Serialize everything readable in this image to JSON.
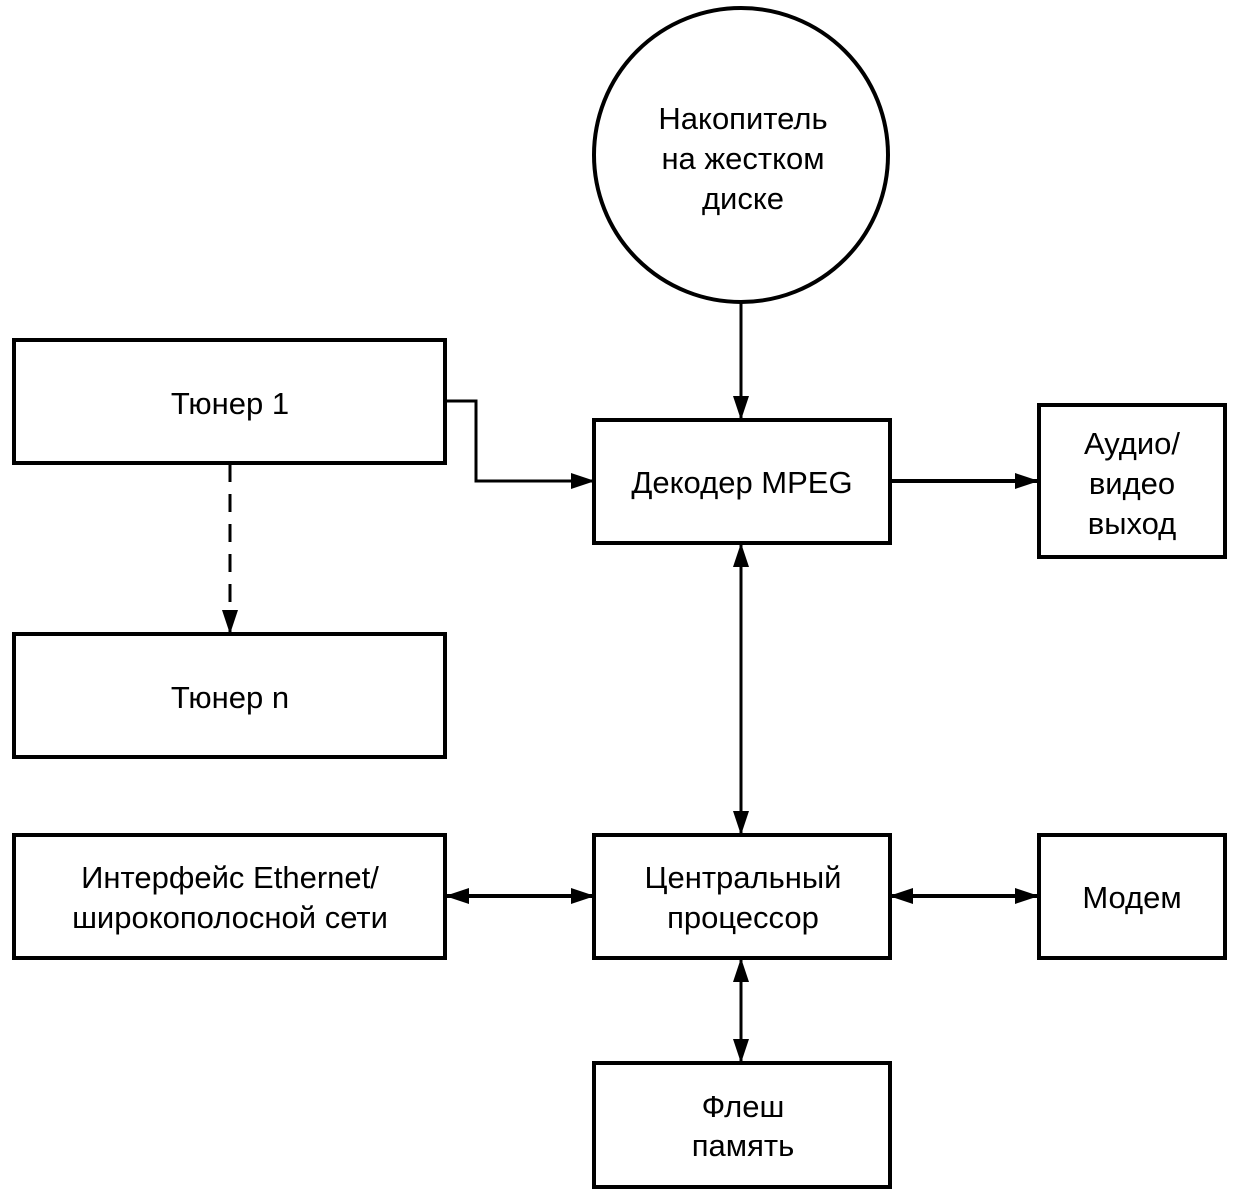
{
  "diagram": {
    "type": "block-diagram",
    "nodes": [
      {
        "id": "hdd",
        "shape": "circle",
        "lines": [
          "Накопитель",
          "на жестком",
          "диске"
        ]
      },
      {
        "id": "tuner1",
        "shape": "rect",
        "lines": [
          "Тюнер 1"
        ]
      },
      {
        "id": "tunern",
        "shape": "rect",
        "lines": [
          "Тюнер n"
        ]
      },
      {
        "id": "decoder",
        "shape": "rect",
        "lines": [
          "Декодер MPEG"
        ]
      },
      {
        "id": "av_out",
        "shape": "rect",
        "lines": [
          "Аудио/",
          "видео",
          "выход"
        ]
      },
      {
        "id": "ethernet",
        "shape": "rect",
        "lines": [
          "Интерфейс Ethernet/",
          "широкополосной сети"
        ]
      },
      {
        "id": "cpu",
        "shape": "rect",
        "lines": [
          "Центральный",
          "процессор"
        ]
      },
      {
        "id": "modem",
        "shape": "rect",
        "lines": [
          "Модем"
        ]
      },
      {
        "id": "flash",
        "shape": "rect",
        "lines": [
          "Флеш",
          "память"
        ]
      }
    ],
    "edges": [
      {
        "from": "hdd",
        "to": "decoder",
        "direction": "forward",
        "style": "solid"
      },
      {
        "from": "tuner1",
        "to": "decoder",
        "direction": "forward",
        "style": "solid"
      },
      {
        "from": "tuner1",
        "to": "tunern",
        "direction": "forward",
        "style": "dashed"
      },
      {
        "from": "decoder",
        "to": "av_out",
        "direction": "forward",
        "style": "solid"
      },
      {
        "from": "decoder",
        "to": "cpu",
        "direction": "bidirectional",
        "style": "solid"
      },
      {
        "from": "ethernet",
        "to": "cpu",
        "direction": "bidirectional",
        "style": "solid"
      },
      {
        "from": "cpu",
        "to": "modem",
        "direction": "bidirectional",
        "style": "solid"
      },
      {
        "from": "cpu",
        "to": "flash",
        "direction": "bidirectional",
        "style": "solid"
      }
    ]
  }
}
